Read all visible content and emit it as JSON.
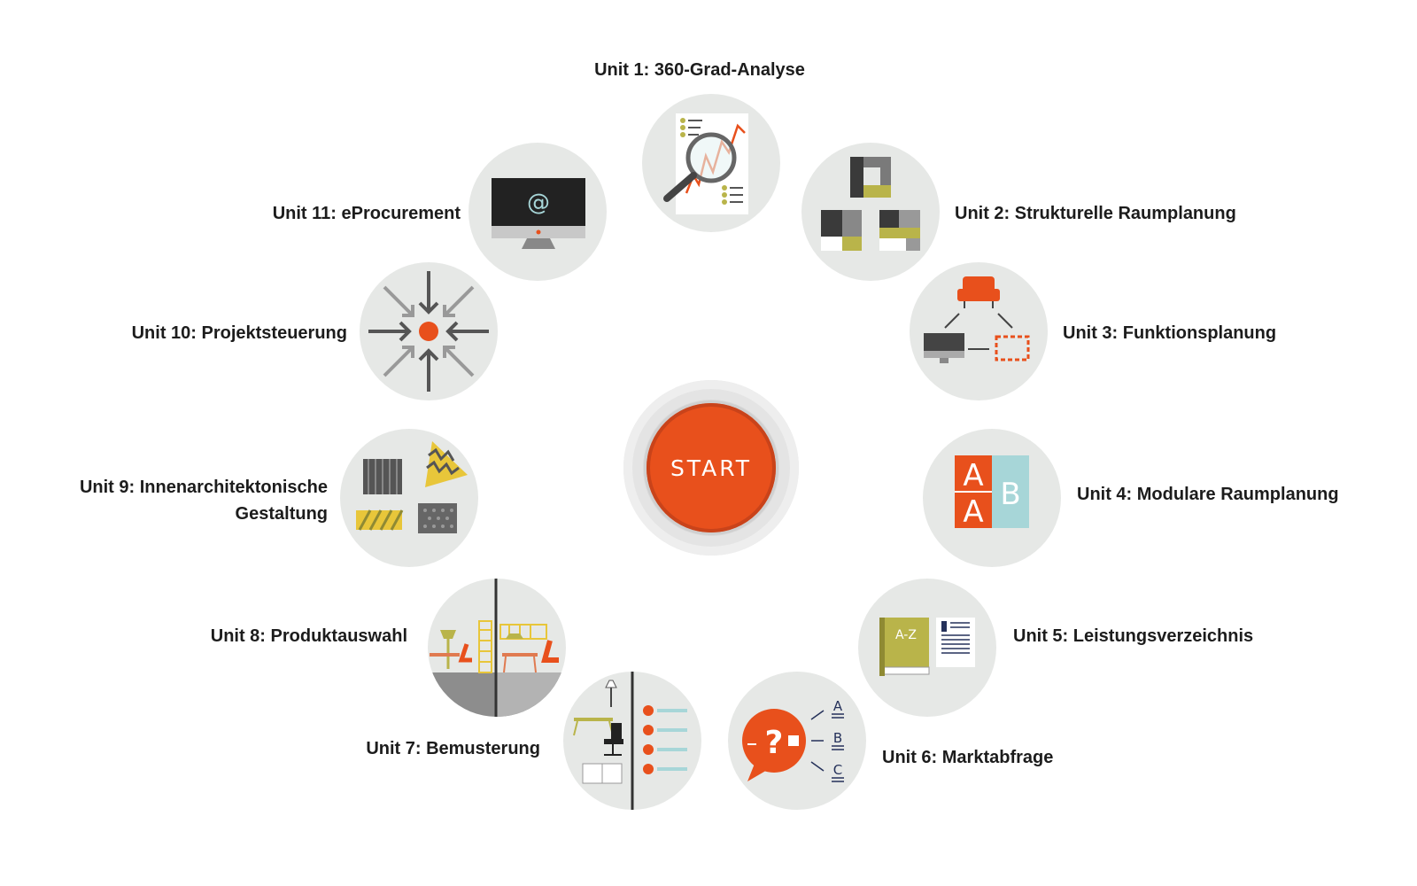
{
  "center": {
    "start_label": "START"
  },
  "units": [
    {
      "label": "Unit 1: 360-Grad-Analyse"
    },
    {
      "label": "Unit 2: Strukturelle Raumplanung"
    },
    {
      "label": "Unit 3: Funktionsplanung"
    },
    {
      "label": "Unit 4: Modulare Raumplanung",
      "icon_letters": [
        "A",
        "A",
        "B"
      ]
    },
    {
      "label": "Unit 5: Leistungsverzeichnis",
      "icon_text": "A-Z"
    },
    {
      "label": "Unit 6: Marktabfrage",
      "icon_letters": [
        "A",
        "B",
        "C"
      ]
    },
    {
      "label": "Unit 7: Bemusterung"
    },
    {
      "label": "Unit 8: Produktauswahl"
    },
    {
      "label_line1": "Unit 9: Innenarchitektonische",
      "label_line2": "Gestaltung"
    },
    {
      "label": "Unit 10: Projektsteuerung"
    },
    {
      "label": "Unit 11: eProcurement",
      "icon_text": "@"
    }
  ],
  "icons": [
    "magnifier-chart-icon",
    "floor-plan-blocks-icon",
    "furniture-network-icon",
    "modules-ab-icon",
    "book-document-icon",
    "question-bubble-icon",
    "sample-list-icon",
    "office-interior-icon",
    "material-swatches-icon",
    "converging-arrows-icon",
    "monitor-at-icon"
  ],
  "colors": {
    "accent": "#e8501c",
    "olive": "#b9b44a",
    "teal": "#a7d6d8",
    "circle_bg": "#e6e8e6",
    "dark": "#333333"
  }
}
